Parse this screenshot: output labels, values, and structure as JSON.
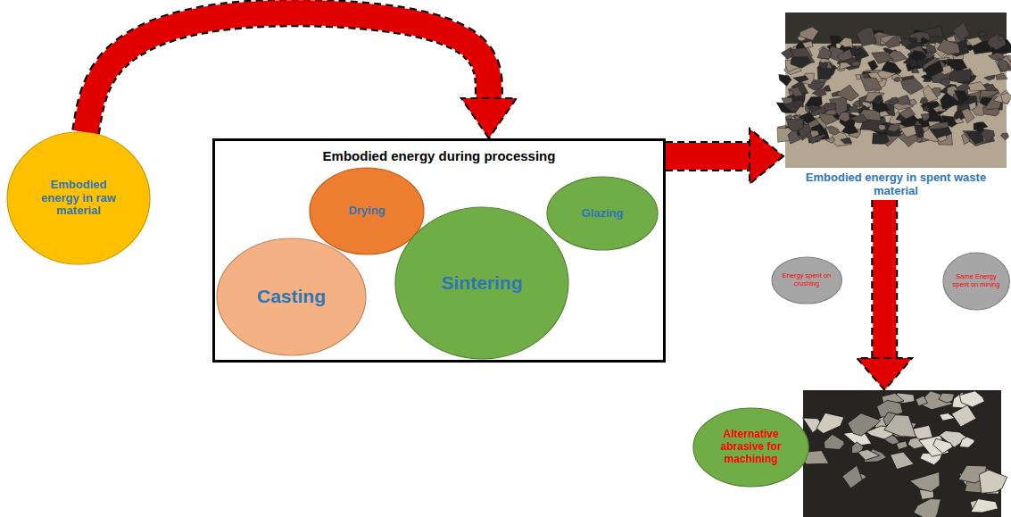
{
  "diagram": {
    "nodes": [
      {
        "text": [
          "Embodied energy in raw material"
        ]
      },
      {
        "text": [
          "Embodied energy during processing"
        ]
      },
      {
        "text": [
          "Drying"
        ],
        "in": 1
      },
      {
        "text": [
          "Glazing"
        ],
        "in": 1
      },
      {
        "text": [
          "Casting"
        ],
        "in": 1
      },
      {
        "text": [
          "Sintering"
        ],
        "in": 1
      },
      {
        "text": [
          "Embodied energy in spent waste material"
        ]
      },
      {
        "text": [
          "Energy spent on crushing"
        ]
      },
      {
        "text": [
          "Same Energy spent on mining"
        ]
      },
      {
        "text": [
          "Alternative abrasive for machining"
        ]
      }
    ],
    "edges": [
      {
        "from": 0,
        "to": 1,
        "arrow": "to"
      },
      {
        "from": 1,
        "to": 6,
        "arrow": "to"
      },
      {
        "from": 6,
        "to": 9,
        "arrow": "to"
      }
    ]
  }
}
